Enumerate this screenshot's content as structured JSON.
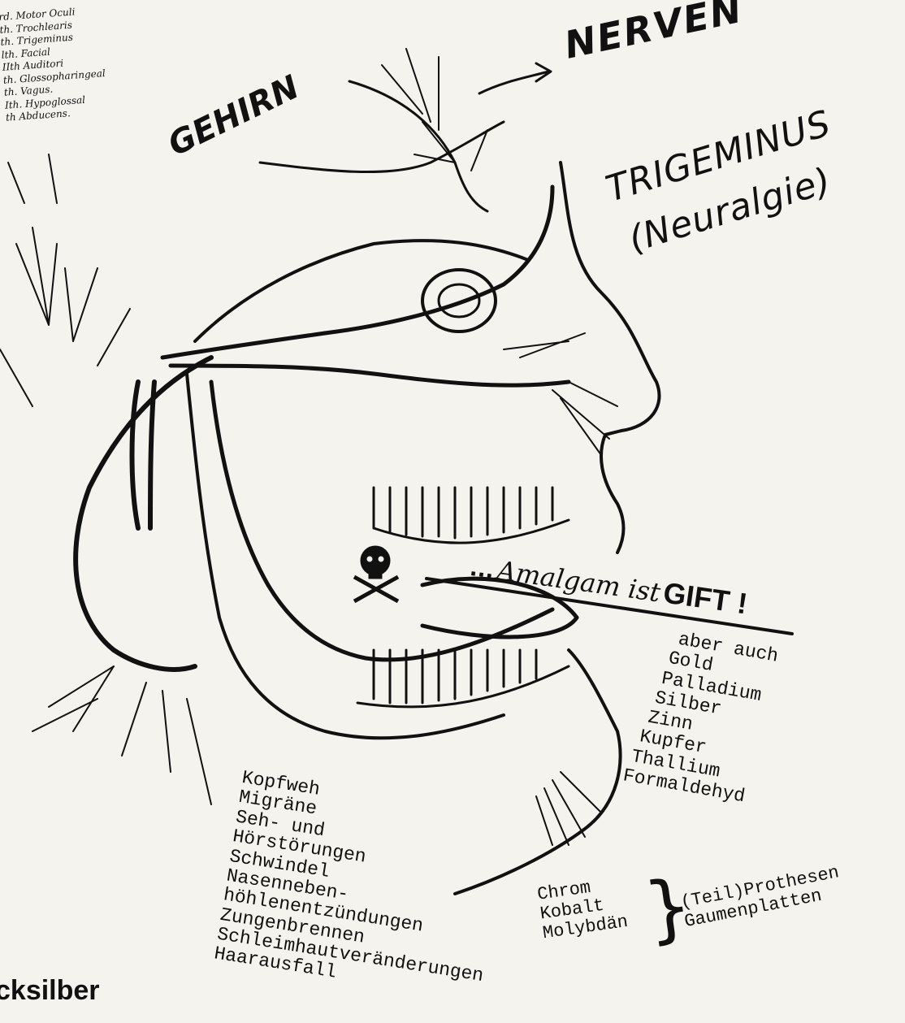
{
  "legend": [
    "rd. Motor Oculi",
    "th. Trochlearis",
    "th. Trigeminus",
    "lth. Facial",
    "IIth Auditori",
    "th. Glossopharingeal",
    "th. Vagus.",
    "Ith. Hypoglossal",
    "th Abducens."
  ],
  "titles": {
    "nerven": "NERVEN",
    "gehirn": "GEHIRN",
    "trigeminus": "TRIGEMINUS",
    "neuralgie": "(Neuralgie)"
  },
  "amalgam": {
    "dots": "...",
    "phrase": "Amalgam ist",
    "gift": "GIFT !"
  },
  "metals": [
    "aber auch",
    "Gold",
    "Palladium",
    "Silber",
    "Zinn",
    "Kupfer",
    "Thallium",
    "Formaldehyd"
  ],
  "symptoms": [
    "Kopfweh",
    "Migräne",
    "Seh- und",
    "Hörstörungen",
    "Schwindel",
    "Nasenneben-",
    "höhlenentzündungen",
    "Zungenbrennen",
    "Schleimhautveränderungen",
    "Haarausfall"
  ],
  "prosthesis": {
    "metals": [
      "Chrom",
      "Kobalt",
      "Molybdän"
    ],
    "brace": "}",
    "uses": [
      "(Teil)Prothesen",
      "Gaumenplatten"
    ]
  },
  "footer": "cksilber",
  "colors": {
    "ink": "#111111",
    "paper": "#f4f3ee"
  }
}
